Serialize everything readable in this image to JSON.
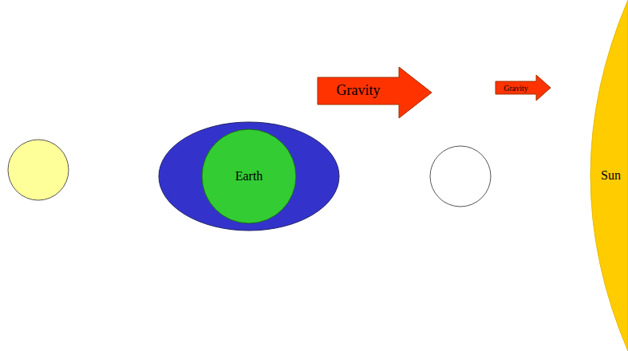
{
  "diagram": {
    "nodes": [
      {
        "text": [
          "Gravity"
        ]
      },
      {
        "text": [
          "Gravity"
        ]
      },
      {
        "text": [
          "Earth"
        ]
      },
      {
        "text": [
          "Sun"
        ]
      }
    ]
  }
}
